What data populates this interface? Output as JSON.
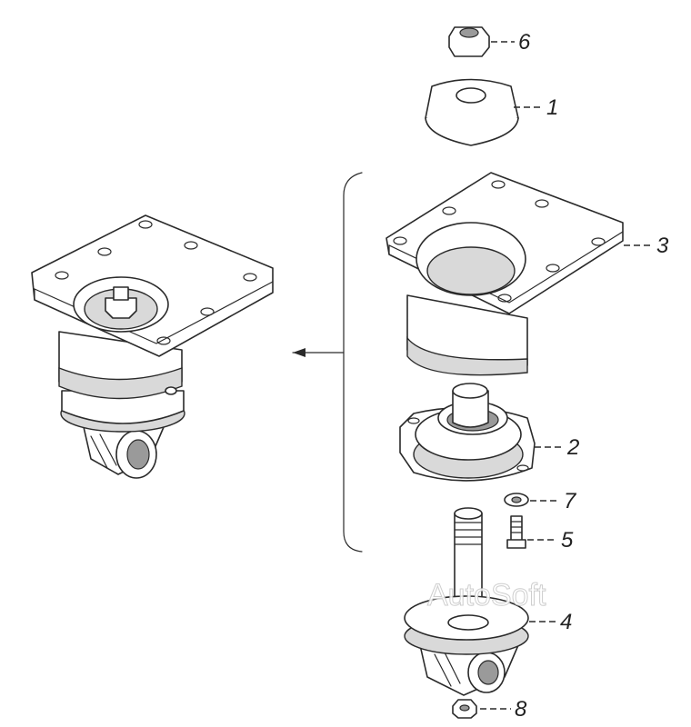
{
  "callouts": [
    {
      "id": "6",
      "label": "6"
    },
    {
      "id": "1",
      "label": "1"
    },
    {
      "id": "3",
      "label": "3"
    },
    {
      "id": "2",
      "label": "2"
    },
    {
      "id": "7",
      "label": "7"
    },
    {
      "id": "5",
      "label": "5"
    },
    {
      "id": "4",
      "label": "4"
    },
    {
      "id": "8",
      "label": "8"
    }
  ],
  "watermark": "AutoSoft",
  "colors": {
    "line": "#2a2a2a",
    "fill": "#ffffff",
    "shade": "#d9d9d9"
  }
}
